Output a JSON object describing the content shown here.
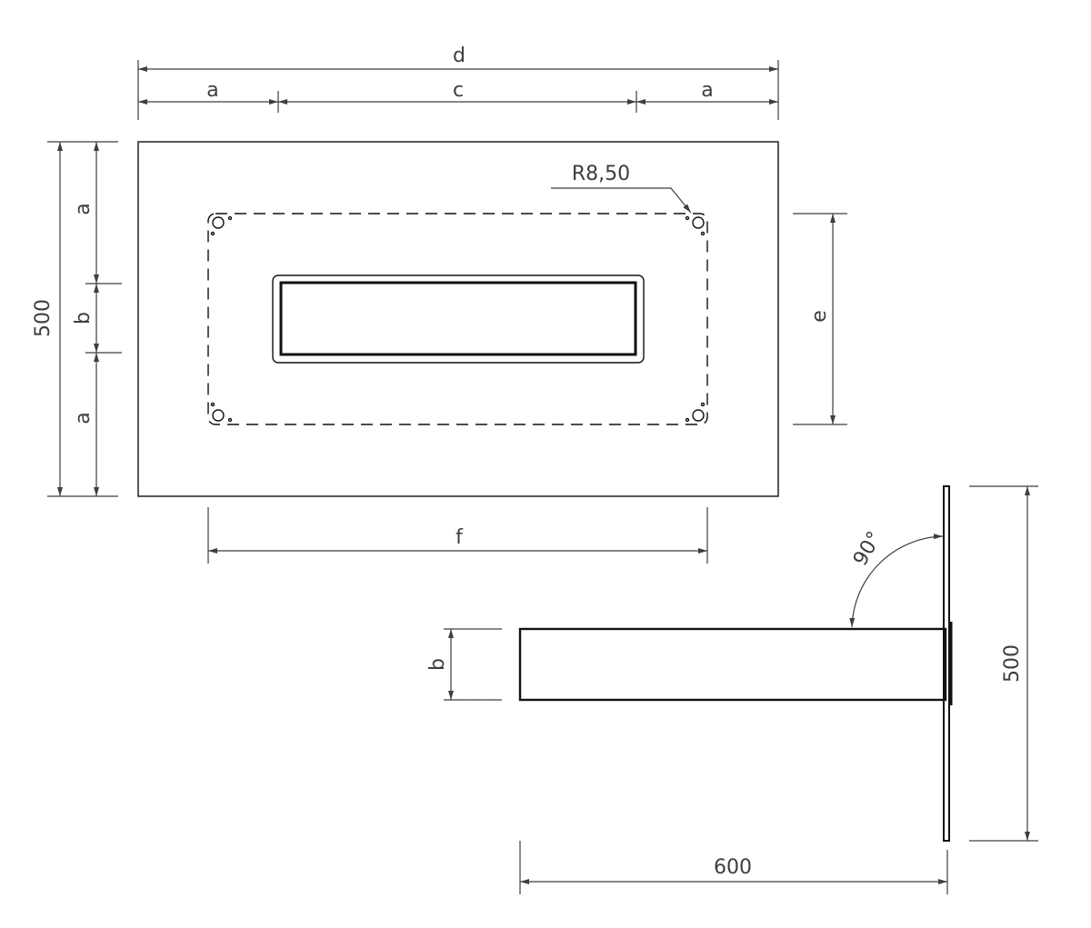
{
  "top_view": {
    "dim_overall_width": "d",
    "dim_side_left": "a",
    "dim_center": "c",
    "dim_side_right": "a",
    "dim_overall_height": "500",
    "dim_vertical_top": "a",
    "dim_vertical_middle": "b",
    "dim_vertical_bottom": "a",
    "dim_dashed_height": "e",
    "dim_dashed_width": "f",
    "radius_note": "R8,50"
  },
  "side_view": {
    "dim_tube_height": "b",
    "dim_plate_height": "500",
    "dim_length": "600",
    "angle": "90°"
  }
}
